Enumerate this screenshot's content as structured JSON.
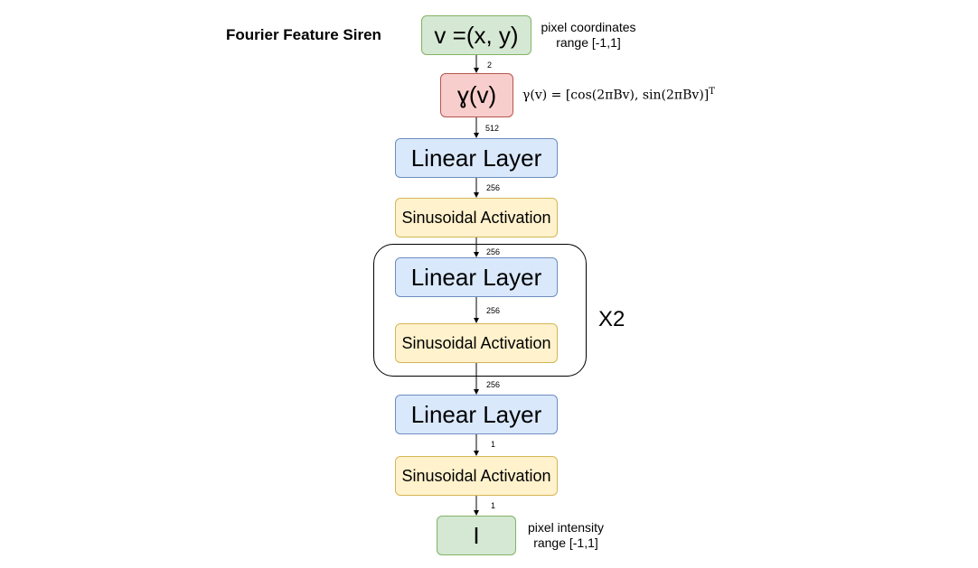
{
  "title": "Fourier Feature Siren",
  "input_box": "v =(x, y)",
  "input_note": [
    "pixel coordinates",
    "range [-1,1]"
  ],
  "gamma_box": "ɣ(v)",
  "gamma_formula": {
    "lhs": "γ(v) = [cos(2πBv), sin(2πBv)]",
    "sup": "T"
  },
  "linear_1": "Linear Layer",
  "act_1": "Sinusoidal Activation",
  "linear_2": "Linear Layer",
  "act_2": "Sinusoidal Activation",
  "repeat_label": "X2",
  "linear_3": "Linear Layer",
  "act_3": "Sinusoidal Activation",
  "output_box": "I",
  "output_note": [
    "pixel intensity",
    "range [-1,1]"
  ],
  "edge_labels": [
    "2",
    "512",
    "256",
    "256",
    "256",
    "256",
    "1",
    "1"
  ]
}
